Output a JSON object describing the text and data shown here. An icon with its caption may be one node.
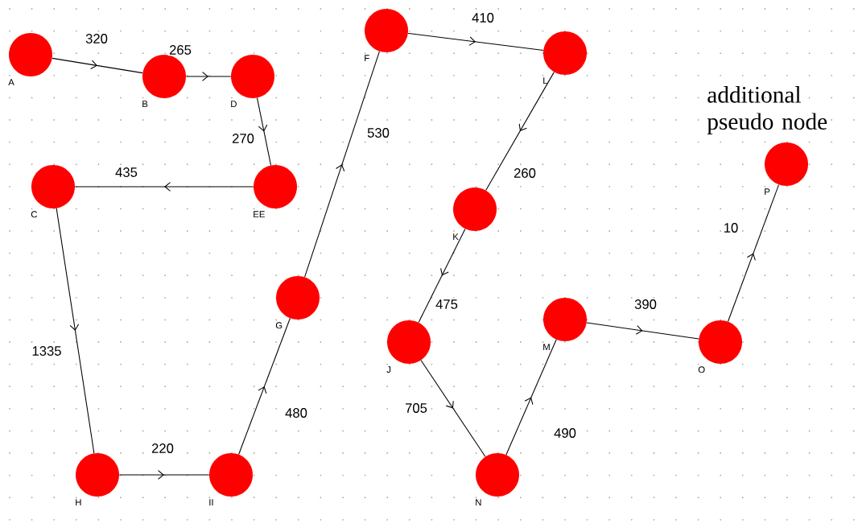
{
  "diagram": {
    "nodes": [
      {
        "text": [],
        "shape": "circle",
        "beside": [
          "A"
        ]
      },
      {
        "text": [],
        "shape": "circle",
        "beside": [
          "B"
        ]
      },
      {
        "text": [],
        "shape": "circle",
        "beside": [
          "D"
        ]
      },
      {
        "text": [],
        "shape": "circle",
        "beside": [
          "EE"
        ]
      },
      {
        "text": [],
        "shape": "circle",
        "beside": [
          "C"
        ]
      },
      {
        "text": [],
        "shape": "circle",
        "beside": [
          "F"
        ]
      },
      {
        "text": [],
        "shape": "circle",
        "beside": [
          "L"
        ]
      },
      {
        "text": [],
        "shape": "circle",
        "beside": [
          "K"
        ]
      },
      {
        "text": [],
        "shape": "circle",
        "beside": [
          "P"
        ]
      },
      {
        "text": [],
        "shape": "circle",
        "beside": [
          "G"
        ]
      },
      {
        "text": [],
        "shape": "circle",
        "beside": [
          "J"
        ]
      },
      {
        "text": [],
        "shape": "circle",
        "beside": [
          "M"
        ]
      },
      {
        "text": [],
        "shape": "circle",
        "beside": [
          "O"
        ]
      },
      {
        "text": [],
        "shape": "circle",
        "beside": [
          "H"
        ]
      },
      {
        "text": [],
        "shape": "circle",
        "beside": [
          "II"
        ]
      },
      {
        "text": [],
        "shape": "circle",
        "beside": [
          "N"
        ]
      }
    ],
    "edges": [
      {
        "from": 0,
        "to": 1,
        "arrow": "to",
        "label": "320"
      },
      {
        "from": 1,
        "to": 2,
        "arrow": "to",
        "label": "265"
      },
      {
        "from": 2,
        "to": 3,
        "arrow": "to",
        "label": "270"
      },
      {
        "from": 3,
        "to": 4,
        "arrow": "to",
        "label": "435"
      },
      {
        "from": 4,
        "to": 13,
        "arrow": "to",
        "label": "1335"
      },
      {
        "from": 13,
        "to": 14,
        "arrow": "to",
        "label": "220"
      },
      {
        "from": 14,
        "to": 9,
        "arrow": "to",
        "label": "480"
      },
      {
        "from": 9,
        "to": 5,
        "arrow": "to",
        "label": "530"
      },
      {
        "from": 5,
        "to": 6,
        "arrow": "to",
        "label": "410"
      },
      {
        "from": 6,
        "to": 7,
        "arrow": "to",
        "label": "260"
      },
      {
        "from": 7,
        "to": 10,
        "arrow": "to",
        "label": "475"
      },
      {
        "from": 10,
        "to": 15,
        "arrow": "to",
        "label": "705"
      },
      {
        "from": 15,
        "to": 11,
        "arrow": "to",
        "label": "490"
      },
      {
        "from": 11,
        "to": 12,
        "arrow": "to",
        "label": "390"
      },
      {
        "from": 12,
        "to": 8,
        "arrow": "to",
        "label": "10"
      }
    ],
    "labels": [
      "additional pseudo node"
    ]
  }
}
